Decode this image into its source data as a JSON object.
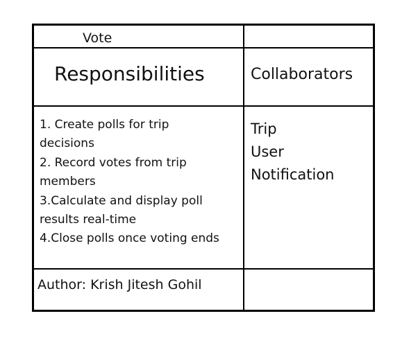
{
  "crc_card": {
    "class_name": "Vote",
    "responsibilities_header": "Responsibilities",
    "collaborators_header": "Collaborators",
    "responsibilities_lines": [
      "1. Create polls for trip",
      "decisions",
      "2. Record votes from trip",
      "members",
      "3.Calculate and display poll",
      "results real-time",
      "4.Close polls once voting ends"
    ],
    "collaborators": [
      "Trip",
      "User",
      "Notification"
    ],
    "author": "Author: Krish Jitesh Gohil"
  }
}
